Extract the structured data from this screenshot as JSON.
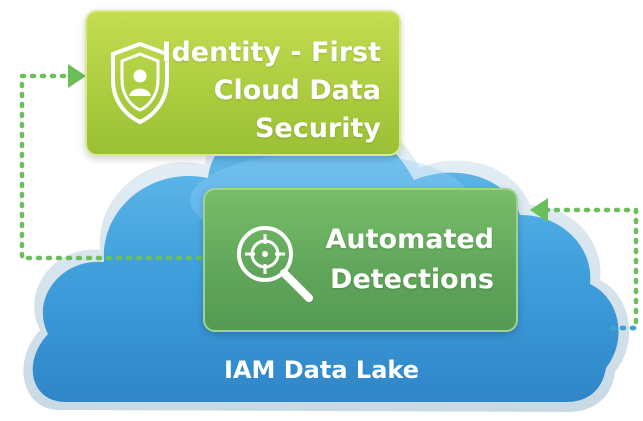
{
  "identity_card": {
    "line1": "Identity - First",
    "line2": "Cloud Data",
    "line3": "Security",
    "icon": "shield-user-icon"
  },
  "detections_card": {
    "line1": "Automated",
    "line2": "Detections",
    "icon": "search-target-icon"
  },
  "cloud": {
    "label": "IAM Data Lake"
  },
  "colors": {
    "cloud_blue": "#4aa3d9",
    "identity_green": "#a9cc3e",
    "detections_green": "#5fa55a",
    "arrow_green": "#6bbf5a",
    "arrow_blue": "#3fa0d8"
  }
}
